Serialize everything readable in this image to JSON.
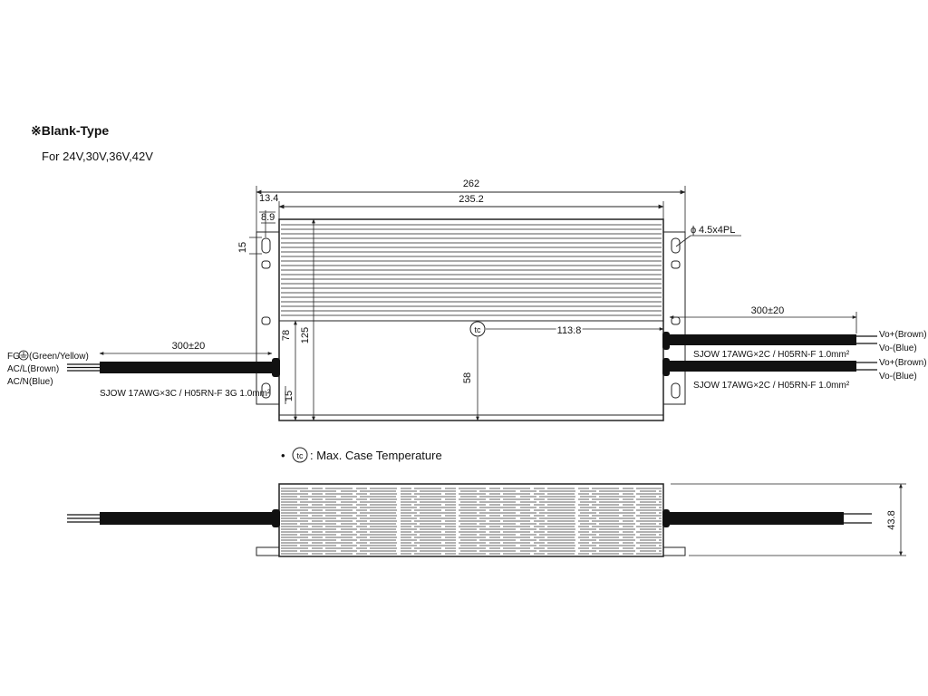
{
  "header": {
    "title": "※Blank-Type",
    "models": "For 24V,30V,36V,42V"
  },
  "top_view": {
    "dims": {
      "overall_length": "262",
      "body_length": "235.2",
      "offset_outer": "13.4",
      "offset_inner": "8.9",
      "mount_hole": "15",
      "hole_spec": "4.5x4PL",
      "height_total": "125",
      "height_upper": "78",
      "height_lower": "58",
      "tc_offset": "113.8",
      "bottom_hole": "15",
      "right_cable_len": "300±20",
      "left_cable_len": "300±20"
    },
    "left_cable": {
      "fg_prefix": "FG",
      "fg": "(Green/Yellow)",
      "acl": "AC/L(Brown)",
      "acn": "AC/N(Blue)",
      "spec": "SJOW 17AWG×3C / H05RN-F 3G 1.0mm²"
    },
    "right_cables": {
      "vo_plus_1": "Vo+(Brown)",
      "vo_minus_1": "Vo-(Blue)",
      "spec_1": "SJOW 17AWG×2C / H05RN-F 1.0mm²",
      "vo_plus_2": "Vo+(Brown)",
      "vo_minus_2": "Vo-(Blue)",
      "spec_2": "SJOW 17AWG×2C / H05RN-F 1.0mm²"
    },
    "tc_symbol": "tc"
  },
  "legend": {
    "bullet": "•",
    "tc_symbol": "tc",
    "text": ": Max. Case Temperature"
  },
  "side_view": {
    "height": "43.8"
  },
  "colors": {
    "line": "#222222",
    "cable": "#111111",
    "fin": "#555555"
  }
}
